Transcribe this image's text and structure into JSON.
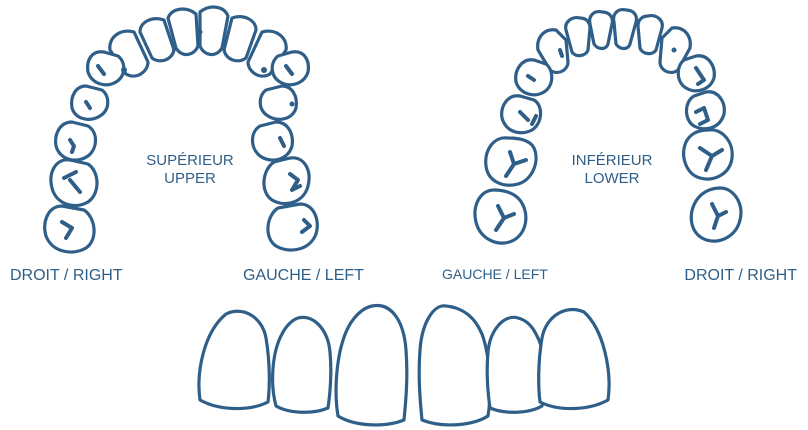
{
  "upper": {
    "label_fr": "SUPÉRIEUR",
    "label_en": "UPPER",
    "side_right": "DROIT / RIGHT",
    "side_left": "GAUCHE / LEFT"
  },
  "lower": {
    "label_fr": "INFÉRIEUR",
    "label_en": "LOWER",
    "side_left": "GAUCHE / LEFT",
    "side_right": "DROIT / RIGHT"
  },
  "colors": {
    "ink": "#2f5f88",
    "background": "#ffffff"
  }
}
